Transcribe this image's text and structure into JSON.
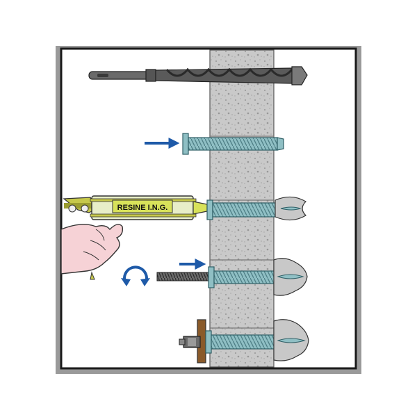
{
  "diagram": {
    "steps": [
      {
        "id": "drill",
        "icon": "drill-bit-icon"
      },
      {
        "id": "insert-sleeve",
        "icon": "arrow-right-icon"
      },
      {
        "id": "inject-resin",
        "icon": "resin-gun-icon",
        "cartridge_label": "RESINE I.N.G."
      },
      {
        "id": "insert-rod",
        "icon": "rotate-icon"
      },
      {
        "id": "tighten-nut",
        "icon": "nut-icon"
      }
    ]
  },
  "colors": {
    "frame_shadow": "#9a9a9a",
    "frame_border": "#1a1a1a",
    "wall": "#c9c9c9",
    "wall_speckle": "#9e9e9e",
    "anchor_steel": "#8fbfc4",
    "anchor_dark": "#4f7f86",
    "arrow_blue": "#1e5aa8",
    "gun_body": "#c6c84a",
    "cartridge_label_bg": "#d8e25a",
    "hand_skin": "#f6d2d6",
    "rod_dark": "#4a4a4a",
    "washer_brown": "#8a5a2a",
    "drill": "#5a5a5a"
  }
}
